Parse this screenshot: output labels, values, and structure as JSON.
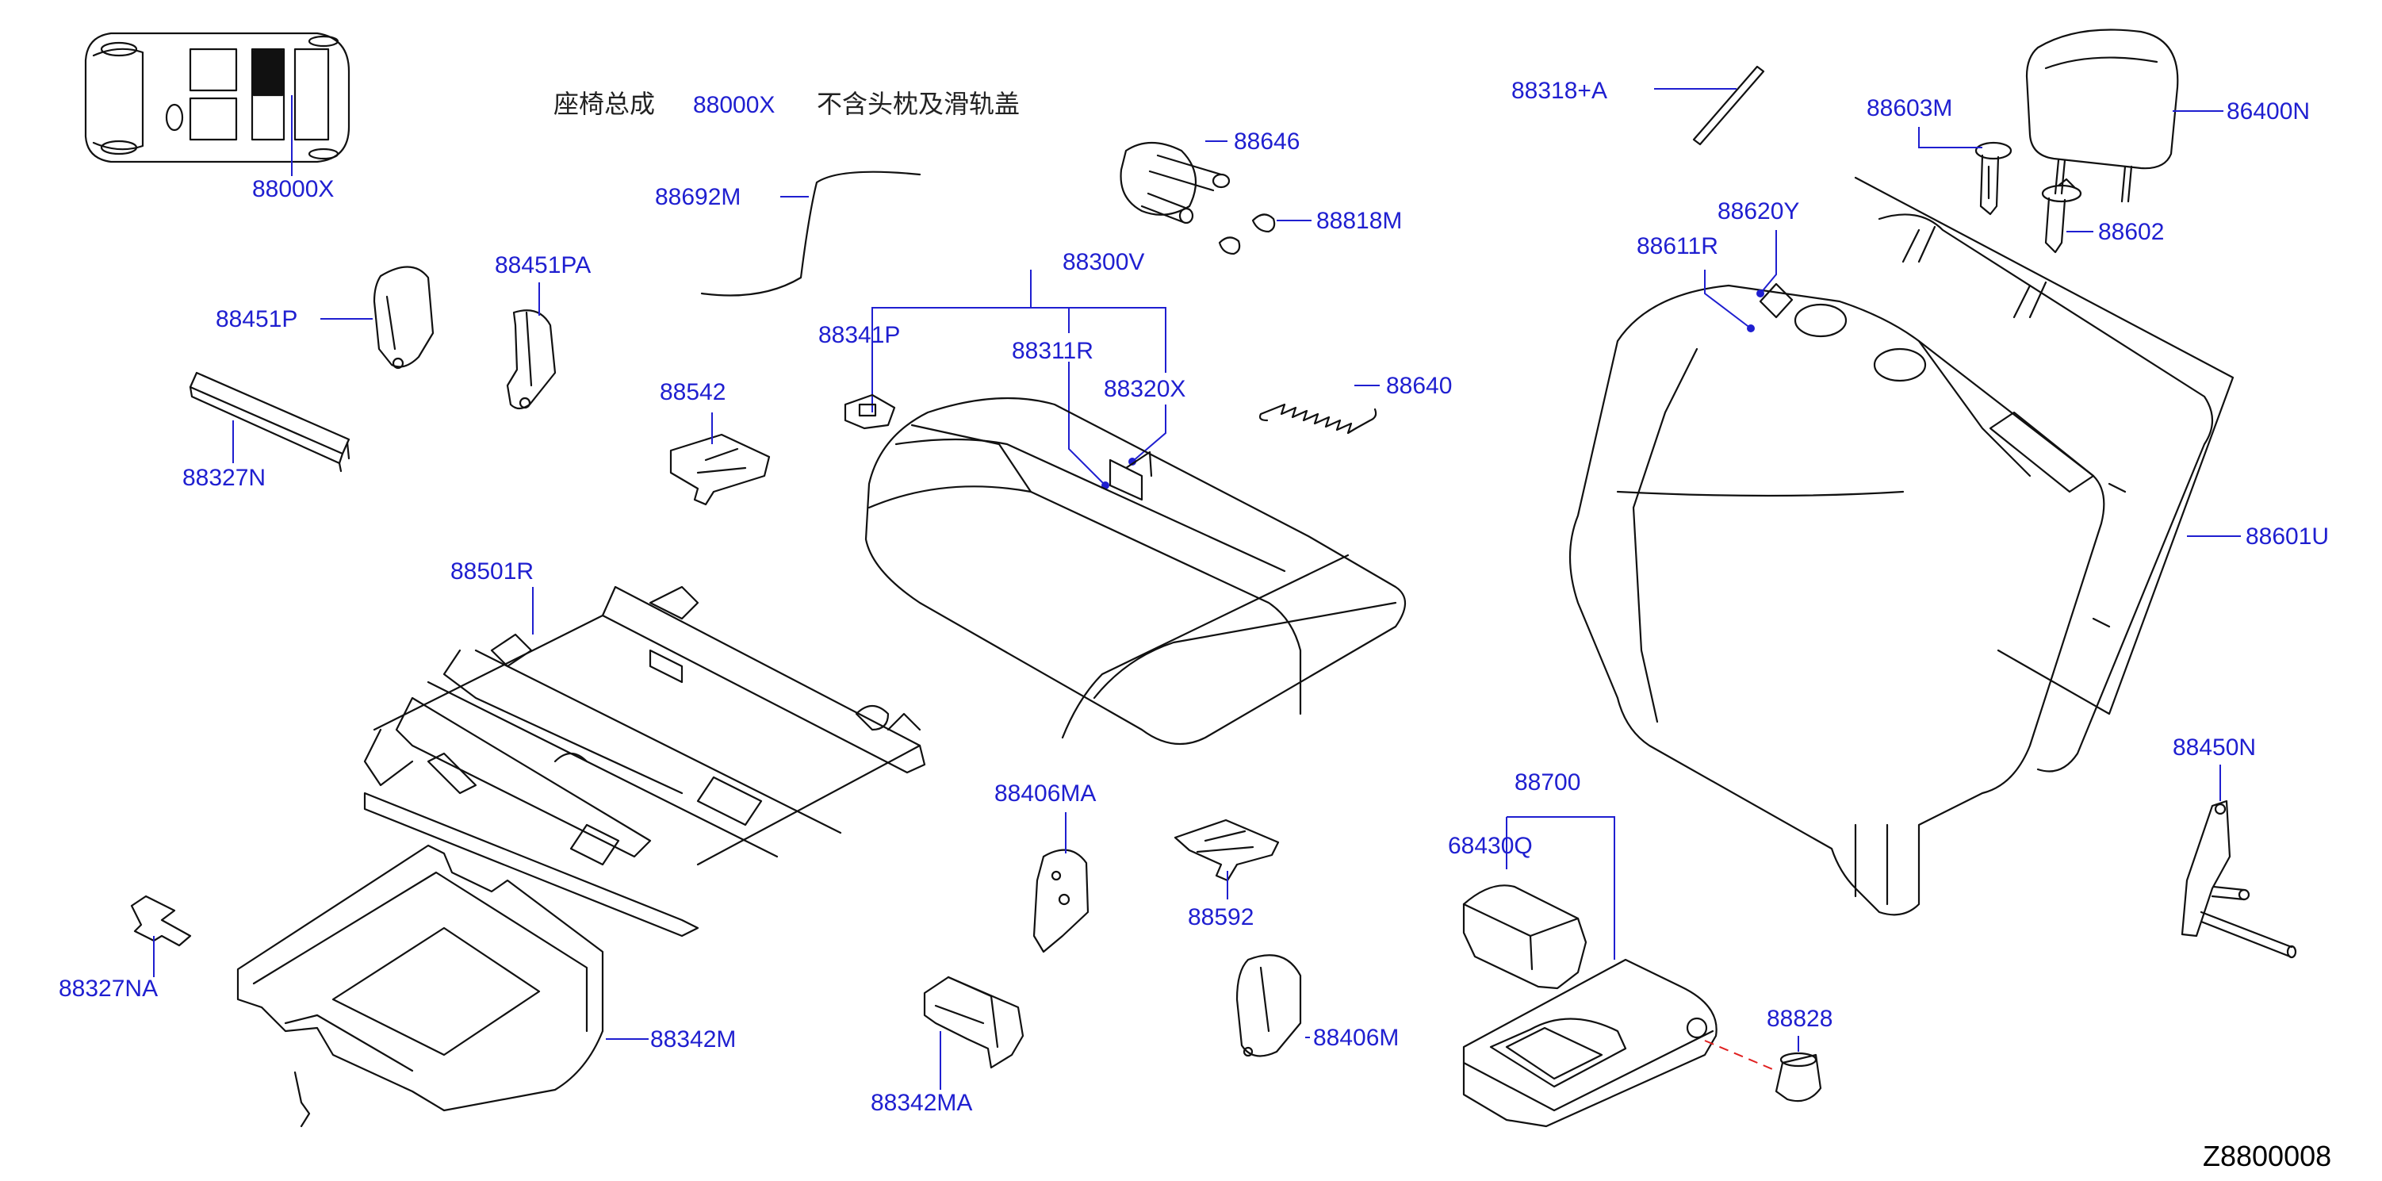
{
  "diagram": {
    "note": {
      "title_cn": "座椅总成",
      "part_no": "88000X",
      "remark_cn": "不含头枕及滑轨盖"
    },
    "diagram_id": "Z8800008",
    "callouts": {
      "p88000X": "88000X",
      "p88692M": "88692M",
      "p88646": "88646",
      "p88818M": "88818M",
      "p88318A": "88318+A",
      "p88603M": "88603M",
      "p86400N": "86400N",
      "p88620Y": "88620Y",
      "p88611R": "88611R",
      "p88602": "88602",
      "p88451PA": "88451PA",
      "p88451P": "88451P",
      "p88327N": "88327N",
      "p88300V": "88300V",
      "p88341P": "88341P",
      "p88311R": "88311R",
      "p88320X": "88320X",
      "p88542": "88542",
      "p88640": "88640",
      "p88601U": "88601U",
      "p88501R": "88501R",
      "p88406MA": "88406MA",
      "p88592": "88592",
      "p88700": "88700",
      "p68430Q": "68430Q",
      "p88450N": "88450N",
      "p88327NA": "88327NA",
      "p88342M": "88342M",
      "p88342MA": "88342MA",
      "p88406M": "88406M",
      "p88828": "88828"
    },
    "colors": {
      "callout": "#1f1fd0",
      "line": "#111111",
      "leader_dashed": "#e02020"
    }
  }
}
